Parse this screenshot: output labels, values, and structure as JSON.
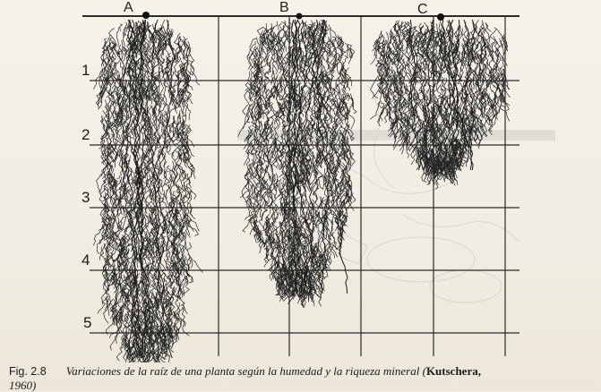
{
  "figure": {
    "column_labels": [
      "A",
      "B",
      "C"
    ],
    "depth_labels": [
      "1",
      "2",
      "3",
      "4",
      "5"
    ],
    "caption": {
      "number": "Fig. 2.8",
      "text": "Variaciones de la raíz de una planta según la humedad y la riqueza mineral (",
      "author": "Kutschera,",
      "year": "1960)"
    }
  }
}
